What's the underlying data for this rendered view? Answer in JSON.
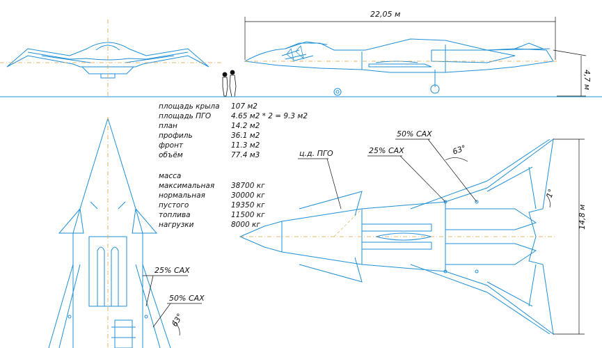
{
  "dimensions": {
    "length": "22,05 м",
    "height": "4,7 м",
    "span": "14,8 м",
    "angle_63": "63°",
    "angle_small": "1°"
  },
  "labels": {
    "mac_50_top": "50% САХ",
    "mac_25_top": "25% САХ",
    "cg_pgo": "ц.д. ПГО",
    "mac_25_left": "25% САХ",
    "mac_50_left": "50% САХ",
    "angle_left": "63°"
  },
  "specs": {
    "geometry": [
      {
        "label": "площадь крыла",
        "value": "107 м2"
      },
      {
        "label": "площадь ПГО",
        "value": "4.65 м2 * 2 = 9.3 м2"
      },
      {
        "label": "план",
        "value": "14.2 м2"
      },
      {
        "label": "профиль",
        "value": "36.1 м2"
      },
      {
        "label": "фронт",
        "value": "11.3 м2"
      },
      {
        "label": "объём",
        "value": "77.4 м3"
      }
    ],
    "mass_title": "масса",
    "mass": [
      {
        "label": "максимальная",
        "value": "38700 кг"
      },
      {
        "label": "нормальная",
        "value": "30000 кг"
      },
      {
        "label": "пустого",
        "value": "19350 кг"
      },
      {
        "label": "топлива",
        "value": "11500 кг"
      },
      {
        "label": "нагрузки",
        "value": "8000 кг"
      }
    ]
  },
  "colors": {
    "line": "#1e8fd6",
    "ink": "#111111",
    "centerline": "#e0a040",
    "figure": "#111111"
  }
}
